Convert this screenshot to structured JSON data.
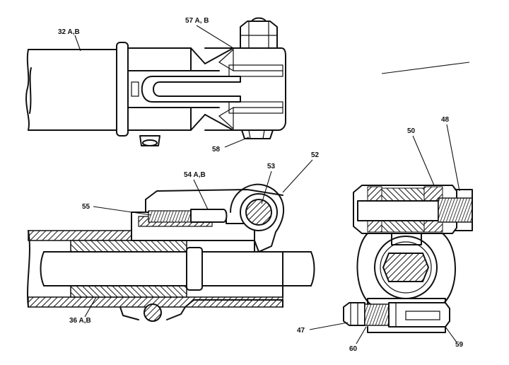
{
  "callouts": {
    "c32": "32 A,B",
    "c57": "57 A, B",
    "c58": "58",
    "c52": "52",
    "c53": "53",
    "c54": "54 A,B",
    "c55": "55",
    "c36": "36 A,B",
    "c50": "50",
    "c48": "48",
    "c47": "47",
    "c60": "60",
    "c59": "59"
  },
  "colors": {
    "ink": "#111111",
    "paper": "#ffffff"
  }
}
